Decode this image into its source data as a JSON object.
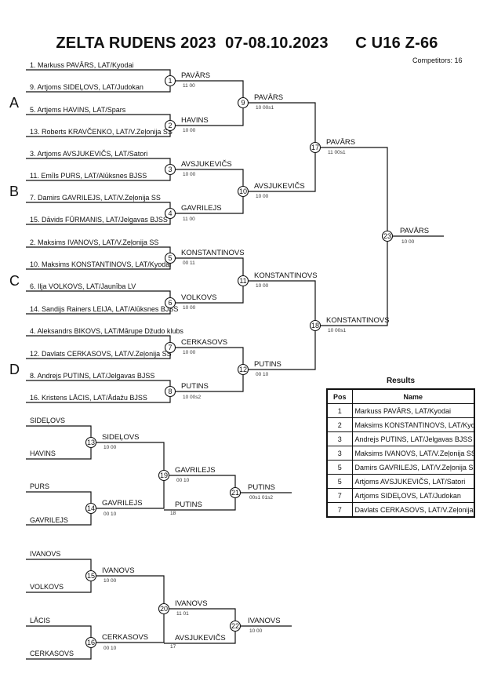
{
  "header": {
    "event": "ZELTA RUDENS 2023",
    "dates": "07-08.10.2023",
    "category": "C U16 Z-66",
    "competitors": "Competitors: 16"
  },
  "pools": [
    "A",
    "B",
    "C",
    "D"
  ],
  "entries": [
    "1. Markuss PAVĀRS, LAT/Kyodai",
    "9. Artjoms SIDEĻOVS, LAT/Judokan",
    "5. Artjems HAVINS, LAT/Spars",
    "13. Roberts KRAVČENKO, LAT/V.Zeļonija SS",
    "3. Artjoms  AVSJUKEVIČS, LAT/Satori",
    "11. Emīls PURS, LAT/Alūksnes BJSS",
    "7. Damirs GAVRILEJS, LAT/V.Zeļonija SS",
    "15. Dāvids FŪRMANIS, LAT/Jelgavas BJSS",
    "2. Maksims IVANOVS, LAT/V.Zeļonija SS",
    "10. Maksims KONSTANTINOVS, LAT/Kyodai",
    "6. Ilja VOLKOVS, LAT/Jaunība LV",
    "14. Sandijs Rainers LEIJA, LAT/Alūksnes BJSS",
    "4. Aleksandrs BIKOVS, LAT/Mārupe Džudo klubs",
    "12. Davlats CERKASOVS, LAT/V.Zeļonija SS",
    "8. Andrejs PUTINS, LAT/Jelgavas BJSS",
    "16. Kristens LĀCIS, LAT/Ādažu BJSS"
  ],
  "matches": {
    "m1": {
      "num": "1",
      "winner": "PAVĀRS",
      "score": "11  00"
    },
    "m2": {
      "num": "2",
      "winner": "HAVINS",
      "score": "10  00"
    },
    "m3": {
      "num": "3",
      "winner": "AVSJUKEVIČS",
      "score": "10  00"
    },
    "m4": {
      "num": "4",
      "winner": "GAVRILEJS",
      "score": "11  00"
    },
    "m5": {
      "num": "5",
      "winner": "KONSTANTINOVS",
      "score": "00  11"
    },
    "m6": {
      "num": "6",
      "winner": "VOLKOVS",
      "score": "10  00"
    },
    "m7": {
      "num": "7",
      "winner": "CERKASOVS",
      "score": "10  00"
    },
    "m8": {
      "num": "8",
      "winner": "PUTINS",
      "score": "10  00s2"
    },
    "m9": {
      "num": "9",
      "winner": "PAVĀRS",
      "score": "10  00s1"
    },
    "m10": {
      "num": "10",
      "winner": "AVSJUKEVIČS",
      "score": "10  00"
    },
    "m11": {
      "num": "11",
      "winner": "KONSTANTINOVS",
      "score": "10  00"
    },
    "m12": {
      "num": "12",
      "winner": "PUTINS",
      "score": "00  10"
    },
    "m17": {
      "num": "17",
      "winner": "PAVĀRS",
      "score": "11  00s1"
    },
    "m18": {
      "num": "18",
      "winner": "KONSTANTINOVS",
      "score": "10  00s1"
    },
    "m23": {
      "num": "23",
      "winner": "PAVĀRS",
      "score": "10  00"
    }
  },
  "repechage": {
    "r1": {
      "top": "SIDEĻOVS",
      "bottom": "HAVINS",
      "num": "13",
      "winner": "SIDEĻOVS",
      "score": "10  00"
    },
    "r2": {
      "top": "PURS",
      "bottom": "GAVRILEJS",
      "num": "14",
      "winner": "GAVRILEJS",
      "score": "00  10"
    },
    "r3": {
      "num": "19",
      "winner": "GAVRILEJS",
      "score": "00  10",
      "bye_name": "PUTINS",
      "bye_note": "18"
    },
    "r4": {
      "num": "21",
      "winner": "PUTINS",
      "score": "00s1  01s2"
    },
    "r5": {
      "top": "IVANOVS",
      "bottom": "VOLKOVS",
      "num": "15",
      "winner": "IVANOVS",
      "score": "10  00"
    },
    "r6": {
      "top": "LĀCIS",
      "bottom": "CERKASOVS",
      "num": "16",
      "winner": "CERKASOVS",
      "score": "00  10"
    },
    "r7": {
      "num": "20",
      "winner": "IVANOVS",
      "score": "11  01",
      "bye_name": "AVSJUKEVIČS",
      "bye_note": "17"
    },
    "r8": {
      "num": "22",
      "winner": "IVANOVS",
      "score": "10  00"
    }
  },
  "results": {
    "title": "Results",
    "headers": [
      "Pos",
      "Name"
    ],
    "rows": [
      {
        "pos": "1",
        "name": "Markuss PAVĀRS, LAT/Kyodai"
      },
      {
        "pos": "2",
        "name": "Maksims KONSTANTINOVS, LAT/Kyodai"
      },
      {
        "pos": "3",
        "name": "Andrejs PUTINS, LAT/Jelgavas BJSS"
      },
      {
        "pos": "3",
        "name": "Maksims IVANOVS, LAT/V.Zeļonija SS"
      },
      {
        "pos": "5",
        "name": "Damirs GAVRILEJS, LAT/V.Zeļonija SS"
      },
      {
        "pos": "5",
        "name": "Artjoms  AVSJUKEVIČS, LAT/Satori"
      },
      {
        "pos": "7",
        "name": "Artjoms SIDEĻOVS, LAT/Judokan"
      },
      {
        "pos": "7",
        "name": "Davlats CERKASOVS, LAT/V.Zeļonija SS"
      }
    ]
  }
}
